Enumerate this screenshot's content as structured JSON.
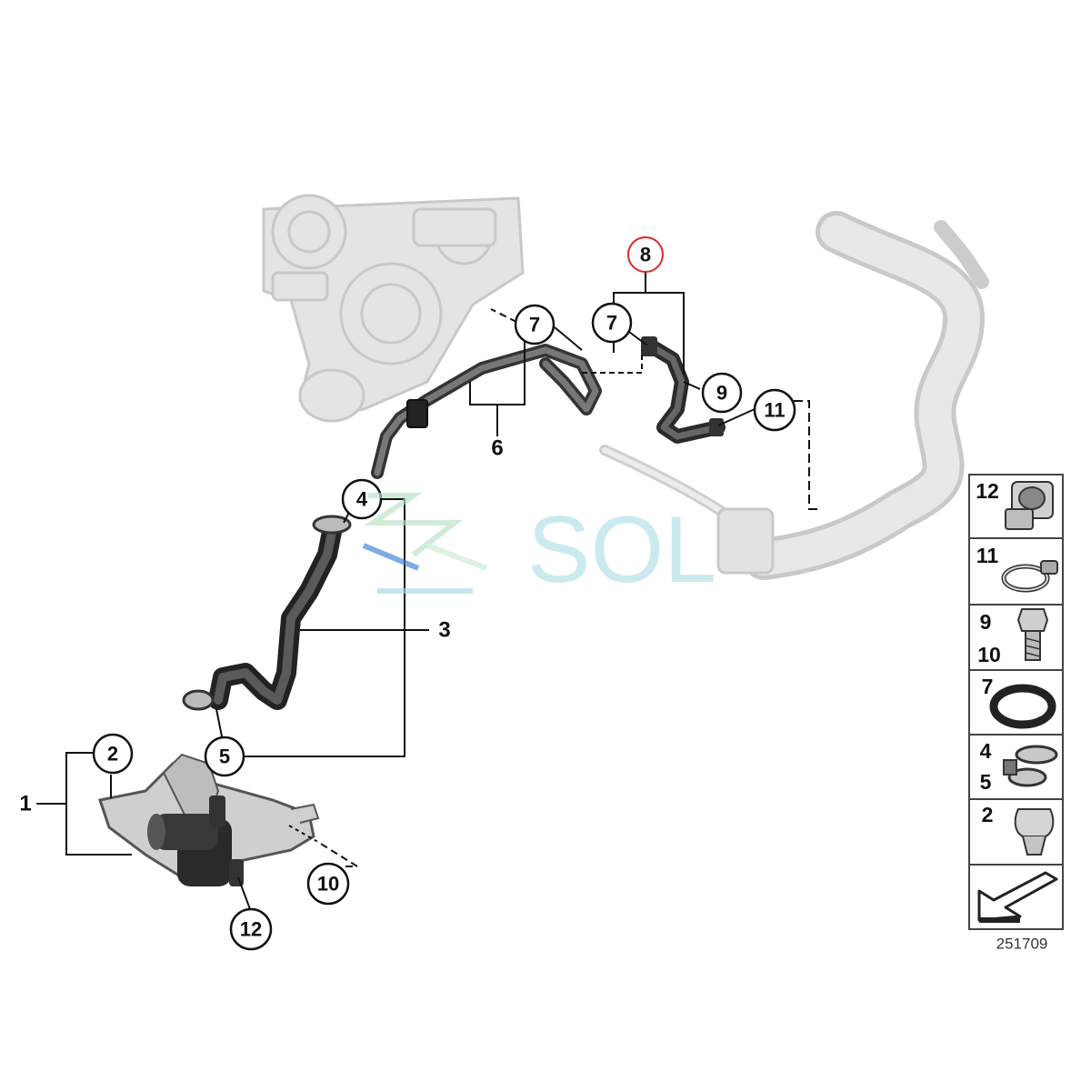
{
  "diagram": {
    "callouts": {
      "c7a": "7",
      "c7b": "7",
      "c8": "8",
      "c9": "9",
      "c11": "11",
      "c4": "4",
      "c5": "5",
      "c2": "2",
      "c10": "10",
      "c12": "12"
    },
    "plain_labels": {
      "l6": "6",
      "l3": "3",
      "l1": "1"
    },
    "highlighted_callout": "8",
    "highlight_color": "#e0262a",
    "part_color": "#444444",
    "ghost_color": "#d5d5d5"
  },
  "legend": {
    "rows": [
      {
        "numbers": [
          "12"
        ],
        "icon": "hose-connector-icon"
      },
      {
        "numbers": [
          "11"
        ],
        "icon": "hose-clamp-icon"
      },
      {
        "numbers": [
          "9",
          "10"
        ],
        "icon": "bolt-icon"
      },
      {
        "numbers": [
          "7"
        ],
        "icon": "o-ring-icon"
      },
      {
        "numbers": [
          "4",
          "5"
        ],
        "icon": "spring-clamp-icon"
      },
      {
        "numbers": [
          "2"
        ],
        "icon": "clip-icon"
      },
      {
        "numbers": [],
        "icon": "direction-arrow-icon"
      }
    ]
  },
  "diagram_code": "251709",
  "watermark": {
    "text": "SOL",
    "icon": "sol-logo-icon"
  }
}
